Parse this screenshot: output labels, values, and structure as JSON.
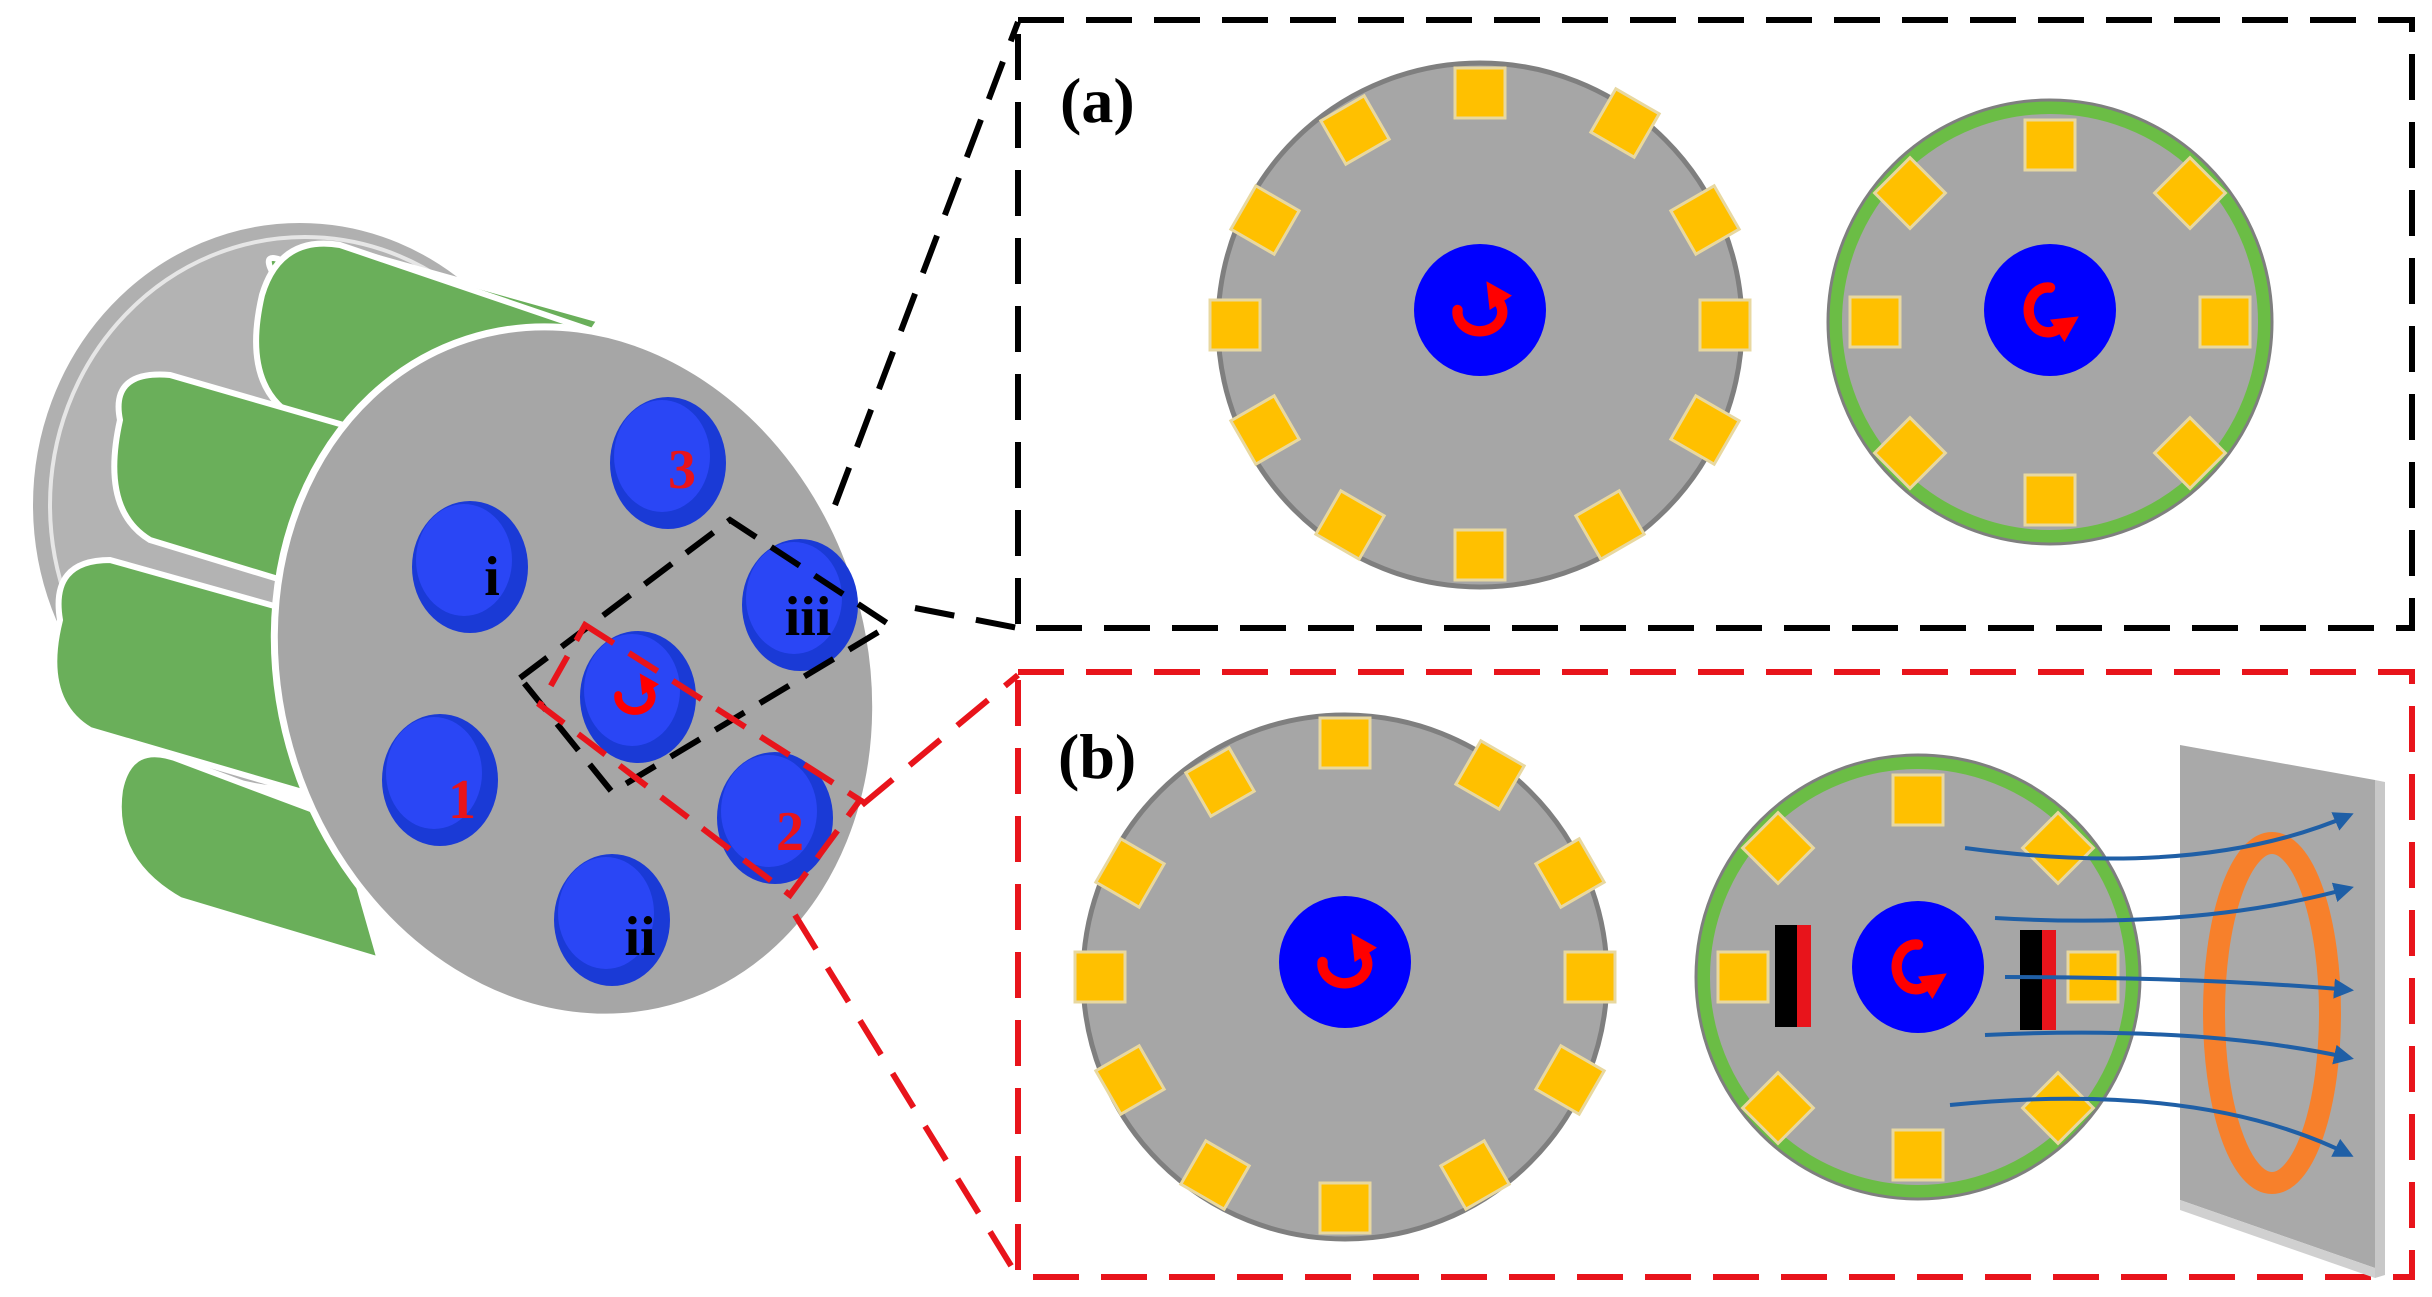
{
  "panels": {
    "a_label": "(a)",
    "b_label": "(b)"
  },
  "cylinder": {
    "labels": {
      "one": "1",
      "two": "2",
      "three": "3",
      "i": "i",
      "ii": "ii",
      "iii": "iii"
    }
  },
  "colors": {
    "frame_a": "#000000",
    "frame_b": "#e8141b",
    "disc": "#a6a6a6",
    "disc_edge": "#7f7f7f",
    "magnet": "#ffc000",
    "rotor": "#0000ff",
    "arrow": "#ff0000",
    "ring": "#6bbd45",
    "lobe": "#6aaf5a",
    "coil": "#f7802b",
    "flux": "#1f5fa6",
    "plate": "#a9a9a9"
  },
  "icons": {
    "rotation": "curved-arrow-icon",
    "flux": "arrow-right-icon"
  }
}
